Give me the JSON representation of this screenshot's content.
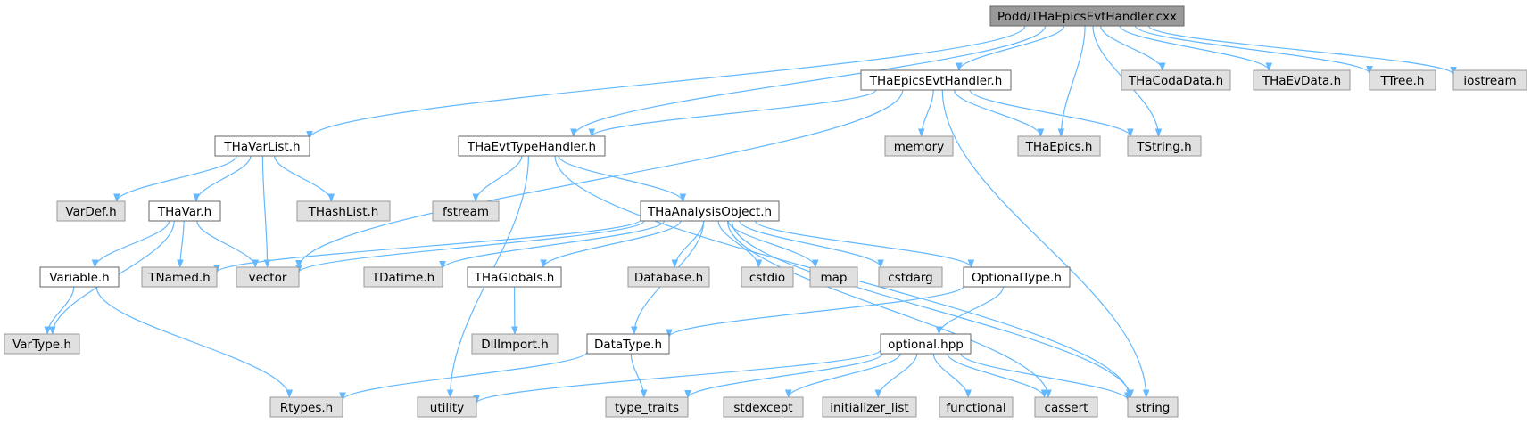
{
  "colors": {
    "root_fill": "#999999",
    "root_stroke": "#666666",
    "local_fill": "#ffffff",
    "local_stroke": "#666666",
    "system_fill": "#e0e0e0",
    "system_stroke": "#999999",
    "edge": "#63b8ff"
  },
  "nodes": [
    {
      "id": "root",
      "label": "Podd/THaEpicsEvtHandler.cxx",
      "kind": "root"
    },
    {
      "id": "evh_h",
      "label": "THaEpicsEvtHandler.h",
      "kind": "local"
    },
    {
      "id": "coda",
      "label": "THaCodaData.h",
      "kind": "system"
    },
    {
      "id": "evdata",
      "label": "THaEvData.h",
      "kind": "system"
    },
    {
      "id": "ttree",
      "label": "TTree.h",
      "kind": "system"
    },
    {
      "id": "iostream",
      "label": "iostream",
      "kind": "system"
    },
    {
      "id": "varlist",
      "label": "THaVarList.h",
      "kind": "local"
    },
    {
      "id": "evttype",
      "label": "THaEvtTypeHandler.h",
      "kind": "local"
    },
    {
      "id": "memory",
      "label": "memory",
      "kind": "system"
    },
    {
      "id": "epics",
      "label": "THaEpics.h",
      "kind": "system"
    },
    {
      "id": "tstring",
      "label": "TString.h",
      "kind": "system"
    },
    {
      "id": "vardef",
      "label": "VarDef.h",
      "kind": "system"
    },
    {
      "id": "thavar",
      "label": "THaVar.h",
      "kind": "local"
    },
    {
      "id": "hashlist",
      "label": "THashList.h",
      "kind": "system"
    },
    {
      "id": "fstream",
      "label": "fstream",
      "kind": "system"
    },
    {
      "id": "anaobj",
      "label": "THaAnalysisObject.h",
      "kind": "local"
    },
    {
      "id": "variable",
      "label": "Variable.h",
      "kind": "local"
    },
    {
      "id": "tnamed",
      "label": "TNamed.h",
      "kind": "system"
    },
    {
      "id": "vector",
      "label": "vector",
      "kind": "system"
    },
    {
      "id": "tdatime",
      "label": "TDatime.h",
      "kind": "system"
    },
    {
      "id": "globals",
      "label": "THaGlobals.h",
      "kind": "local"
    },
    {
      "id": "database",
      "label": "Database.h",
      "kind": "system"
    },
    {
      "id": "cstdio",
      "label": "cstdio",
      "kind": "system"
    },
    {
      "id": "map",
      "label": "map",
      "kind": "system"
    },
    {
      "id": "cstdarg",
      "label": "cstdarg",
      "kind": "system"
    },
    {
      "id": "optional",
      "label": "OptionalType.h",
      "kind": "local"
    },
    {
      "id": "vartype",
      "label": "VarType.h",
      "kind": "system"
    },
    {
      "id": "dllimport",
      "label": "DllImport.h",
      "kind": "system"
    },
    {
      "id": "datatype",
      "label": "DataType.h",
      "kind": "local"
    },
    {
      "id": "opthpp",
      "label": "optional.hpp",
      "kind": "local"
    },
    {
      "id": "rtypes",
      "label": "Rtypes.h",
      "kind": "system"
    },
    {
      "id": "utility",
      "label": "utility",
      "kind": "system"
    },
    {
      "id": "typetraits",
      "label": "type_traits",
      "kind": "system"
    },
    {
      "id": "stdexcept",
      "label": "stdexcept",
      "kind": "system"
    },
    {
      "id": "initlist",
      "label": "initializer_list",
      "kind": "system"
    },
    {
      "id": "functional",
      "label": "functional",
      "kind": "system"
    },
    {
      "id": "cassert",
      "label": "cassert",
      "kind": "system"
    },
    {
      "id": "string",
      "label": "string",
      "kind": "system"
    }
  ],
  "edges": [
    [
      "root",
      "evh_h"
    ],
    [
      "root",
      "coda"
    ],
    [
      "root",
      "evdata"
    ],
    [
      "root",
      "ttree"
    ],
    [
      "root",
      "iostream"
    ],
    [
      "root",
      "varlist"
    ],
    [
      "root",
      "evttype"
    ],
    [
      "root",
      "epics"
    ],
    [
      "root",
      "tstring"
    ],
    [
      "evh_h",
      "evttype"
    ],
    [
      "evh_h",
      "memory"
    ],
    [
      "evh_h",
      "epics"
    ],
    [
      "evh_h",
      "tstring"
    ],
    [
      "evh_h",
      "vector"
    ],
    [
      "evh_h",
      "string"
    ],
    [
      "varlist",
      "vardef"
    ],
    [
      "varlist",
      "thavar"
    ],
    [
      "varlist",
      "hashlist"
    ],
    [
      "varlist",
      "vector"
    ],
    [
      "evttype",
      "fstream"
    ],
    [
      "evttype",
      "anaobj"
    ],
    [
      "evttype",
      "utility"
    ],
    [
      "evttype",
      "string"
    ],
    [
      "thavar",
      "variable"
    ],
    [
      "thavar",
      "tnamed"
    ],
    [
      "thavar",
      "vector"
    ],
    [
      "thavar",
      "vartype"
    ],
    [
      "anaobj",
      "tnamed"
    ],
    [
      "anaobj",
      "vector"
    ],
    [
      "anaobj",
      "tdatime"
    ],
    [
      "anaobj",
      "globals"
    ],
    [
      "anaobj",
      "database"
    ],
    [
      "anaobj",
      "cstdio"
    ],
    [
      "anaobj",
      "map"
    ],
    [
      "anaobj",
      "cstdarg"
    ],
    [
      "anaobj",
      "optional"
    ],
    [
      "anaobj",
      "datatype"
    ],
    [
      "anaobj",
      "cassert"
    ],
    [
      "anaobj",
      "string"
    ],
    [
      "variable",
      "vartype"
    ],
    [
      "variable",
      "rtypes"
    ],
    [
      "globals",
      "dllimport"
    ],
    [
      "optional",
      "datatype"
    ],
    [
      "optional",
      "opthpp"
    ],
    [
      "datatype",
      "rtypes"
    ],
    [
      "datatype",
      "typetraits"
    ],
    [
      "opthpp",
      "utility"
    ],
    [
      "opthpp",
      "typetraits"
    ],
    [
      "opthpp",
      "stdexcept"
    ],
    [
      "opthpp",
      "initlist"
    ],
    [
      "opthpp",
      "functional"
    ],
    [
      "opthpp",
      "cassert"
    ],
    [
      "opthpp",
      "string"
    ]
  ]
}
